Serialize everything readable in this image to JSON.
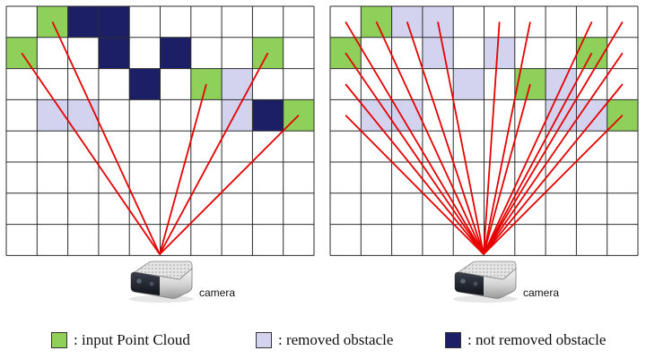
{
  "colors": {
    "input_point_cloud": "#8ed05a",
    "removed_obstacle": "#d3d3ef",
    "not_removed_obstacle": "#1c1f66",
    "ray": "#e60000",
    "grid_line": "#2b2b2b"
  },
  "grid": {
    "cols": 10,
    "rows": 8
  },
  "panels": [
    {
      "id": "left",
      "camera_label": "camera",
      "cells": [
        {
          "col": 1,
          "row": 0,
          "kind": "input_point_cloud"
        },
        {
          "col": 2,
          "row": 0,
          "kind": "not_removed_obstacle"
        },
        {
          "col": 3,
          "row": 0,
          "kind": "not_removed_obstacle"
        },
        {
          "col": 0,
          "row": 1,
          "kind": "input_point_cloud"
        },
        {
          "col": 3,
          "row": 1,
          "kind": "not_removed_obstacle"
        },
        {
          "col": 5,
          "row": 1,
          "kind": "not_removed_obstacle"
        },
        {
          "col": 8,
          "row": 1,
          "kind": "input_point_cloud"
        },
        {
          "col": 4,
          "row": 2,
          "kind": "not_removed_obstacle"
        },
        {
          "col": 6,
          "row": 2,
          "kind": "input_point_cloud"
        },
        {
          "col": 7,
          "row": 2,
          "kind": "removed_obstacle"
        },
        {
          "col": 1,
          "row": 3,
          "kind": "removed_obstacle"
        },
        {
          "col": 2,
          "row": 3,
          "kind": "removed_obstacle"
        },
        {
          "col": 7,
          "row": 3,
          "kind": "removed_obstacle"
        },
        {
          "col": 8,
          "row": 3,
          "kind": "not_removed_obstacle"
        },
        {
          "col": 9,
          "row": 3,
          "kind": "input_point_cloud"
        }
      ],
      "ray_targets": [
        {
          "col": 1,
          "row": 0
        },
        {
          "col": 0,
          "row": 1
        },
        {
          "col": 8,
          "row": 1
        },
        {
          "col": 6,
          "row": 2
        },
        {
          "col": 9,
          "row": 3
        }
      ]
    },
    {
      "id": "right",
      "camera_label": "camera",
      "cells": [
        {
          "col": 1,
          "row": 0,
          "kind": "input_point_cloud"
        },
        {
          "col": 2,
          "row": 0,
          "kind": "removed_obstacle"
        },
        {
          "col": 3,
          "row": 0,
          "kind": "removed_obstacle"
        },
        {
          "col": 0,
          "row": 1,
          "kind": "input_point_cloud"
        },
        {
          "col": 3,
          "row": 1,
          "kind": "removed_obstacle"
        },
        {
          "col": 5,
          "row": 1,
          "kind": "removed_obstacle"
        },
        {
          "col": 8,
          "row": 1,
          "kind": "input_point_cloud"
        },
        {
          "col": 4,
          "row": 2,
          "kind": "removed_obstacle"
        },
        {
          "col": 6,
          "row": 2,
          "kind": "input_point_cloud"
        },
        {
          "col": 7,
          "row": 2,
          "kind": "removed_obstacle"
        },
        {
          "col": 1,
          "row": 3,
          "kind": "removed_obstacle"
        },
        {
          "col": 2,
          "row": 3,
          "kind": "removed_obstacle"
        },
        {
          "col": 7,
          "row": 3,
          "kind": "removed_obstacle"
        },
        {
          "col": 8,
          "row": 3,
          "kind": "removed_obstacle"
        },
        {
          "col": 9,
          "row": 3,
          "kind": "input_point_cloud"
        }
      ],
      "ray_targets": [
        {
          "col": 0,
          "row": 0
        },
        {
          "col": 1,
          "row": 0
        },
        {
          "col": 2,
          "row": 0
        },
        {
          "col": 3,
          "row": 0
        },
        {
          "col": 5,
          "row": 0
        },
        {
          "col": 6,
          "row": 0
        },
        {
          "col": 8,
          "row": 0
        },
        {
          "col": 9,
          "row": 0
        },
        {
          "col": 0,
          "row": 1
        },
        {
          "col": 8,
          "row": 1
        },
        {
          "col": 9,
          "row": 1
        },
        {
          "col": 0,
          "row": 2
        },
        {
          "col": 6,
          "row": 2
        },
        {
          "col": 9,
          "row": 2
        },
        {
          "col": 0,
          "row": 3
        },
        {
          "col": 9,
          "row": 3
        }
      ]
    }
  ],
  "legend": [
    {
      "kind": "input_point_cloud",
      "label": ": input Point Cloud"
    },
    {
      "kind": "removed_obstacle",
      "label": ": removed obstacle"
    },
    {
      "kind": "not_removed_obstacle",
      "label": ": not removed obstacle"
    }
  ]
}
